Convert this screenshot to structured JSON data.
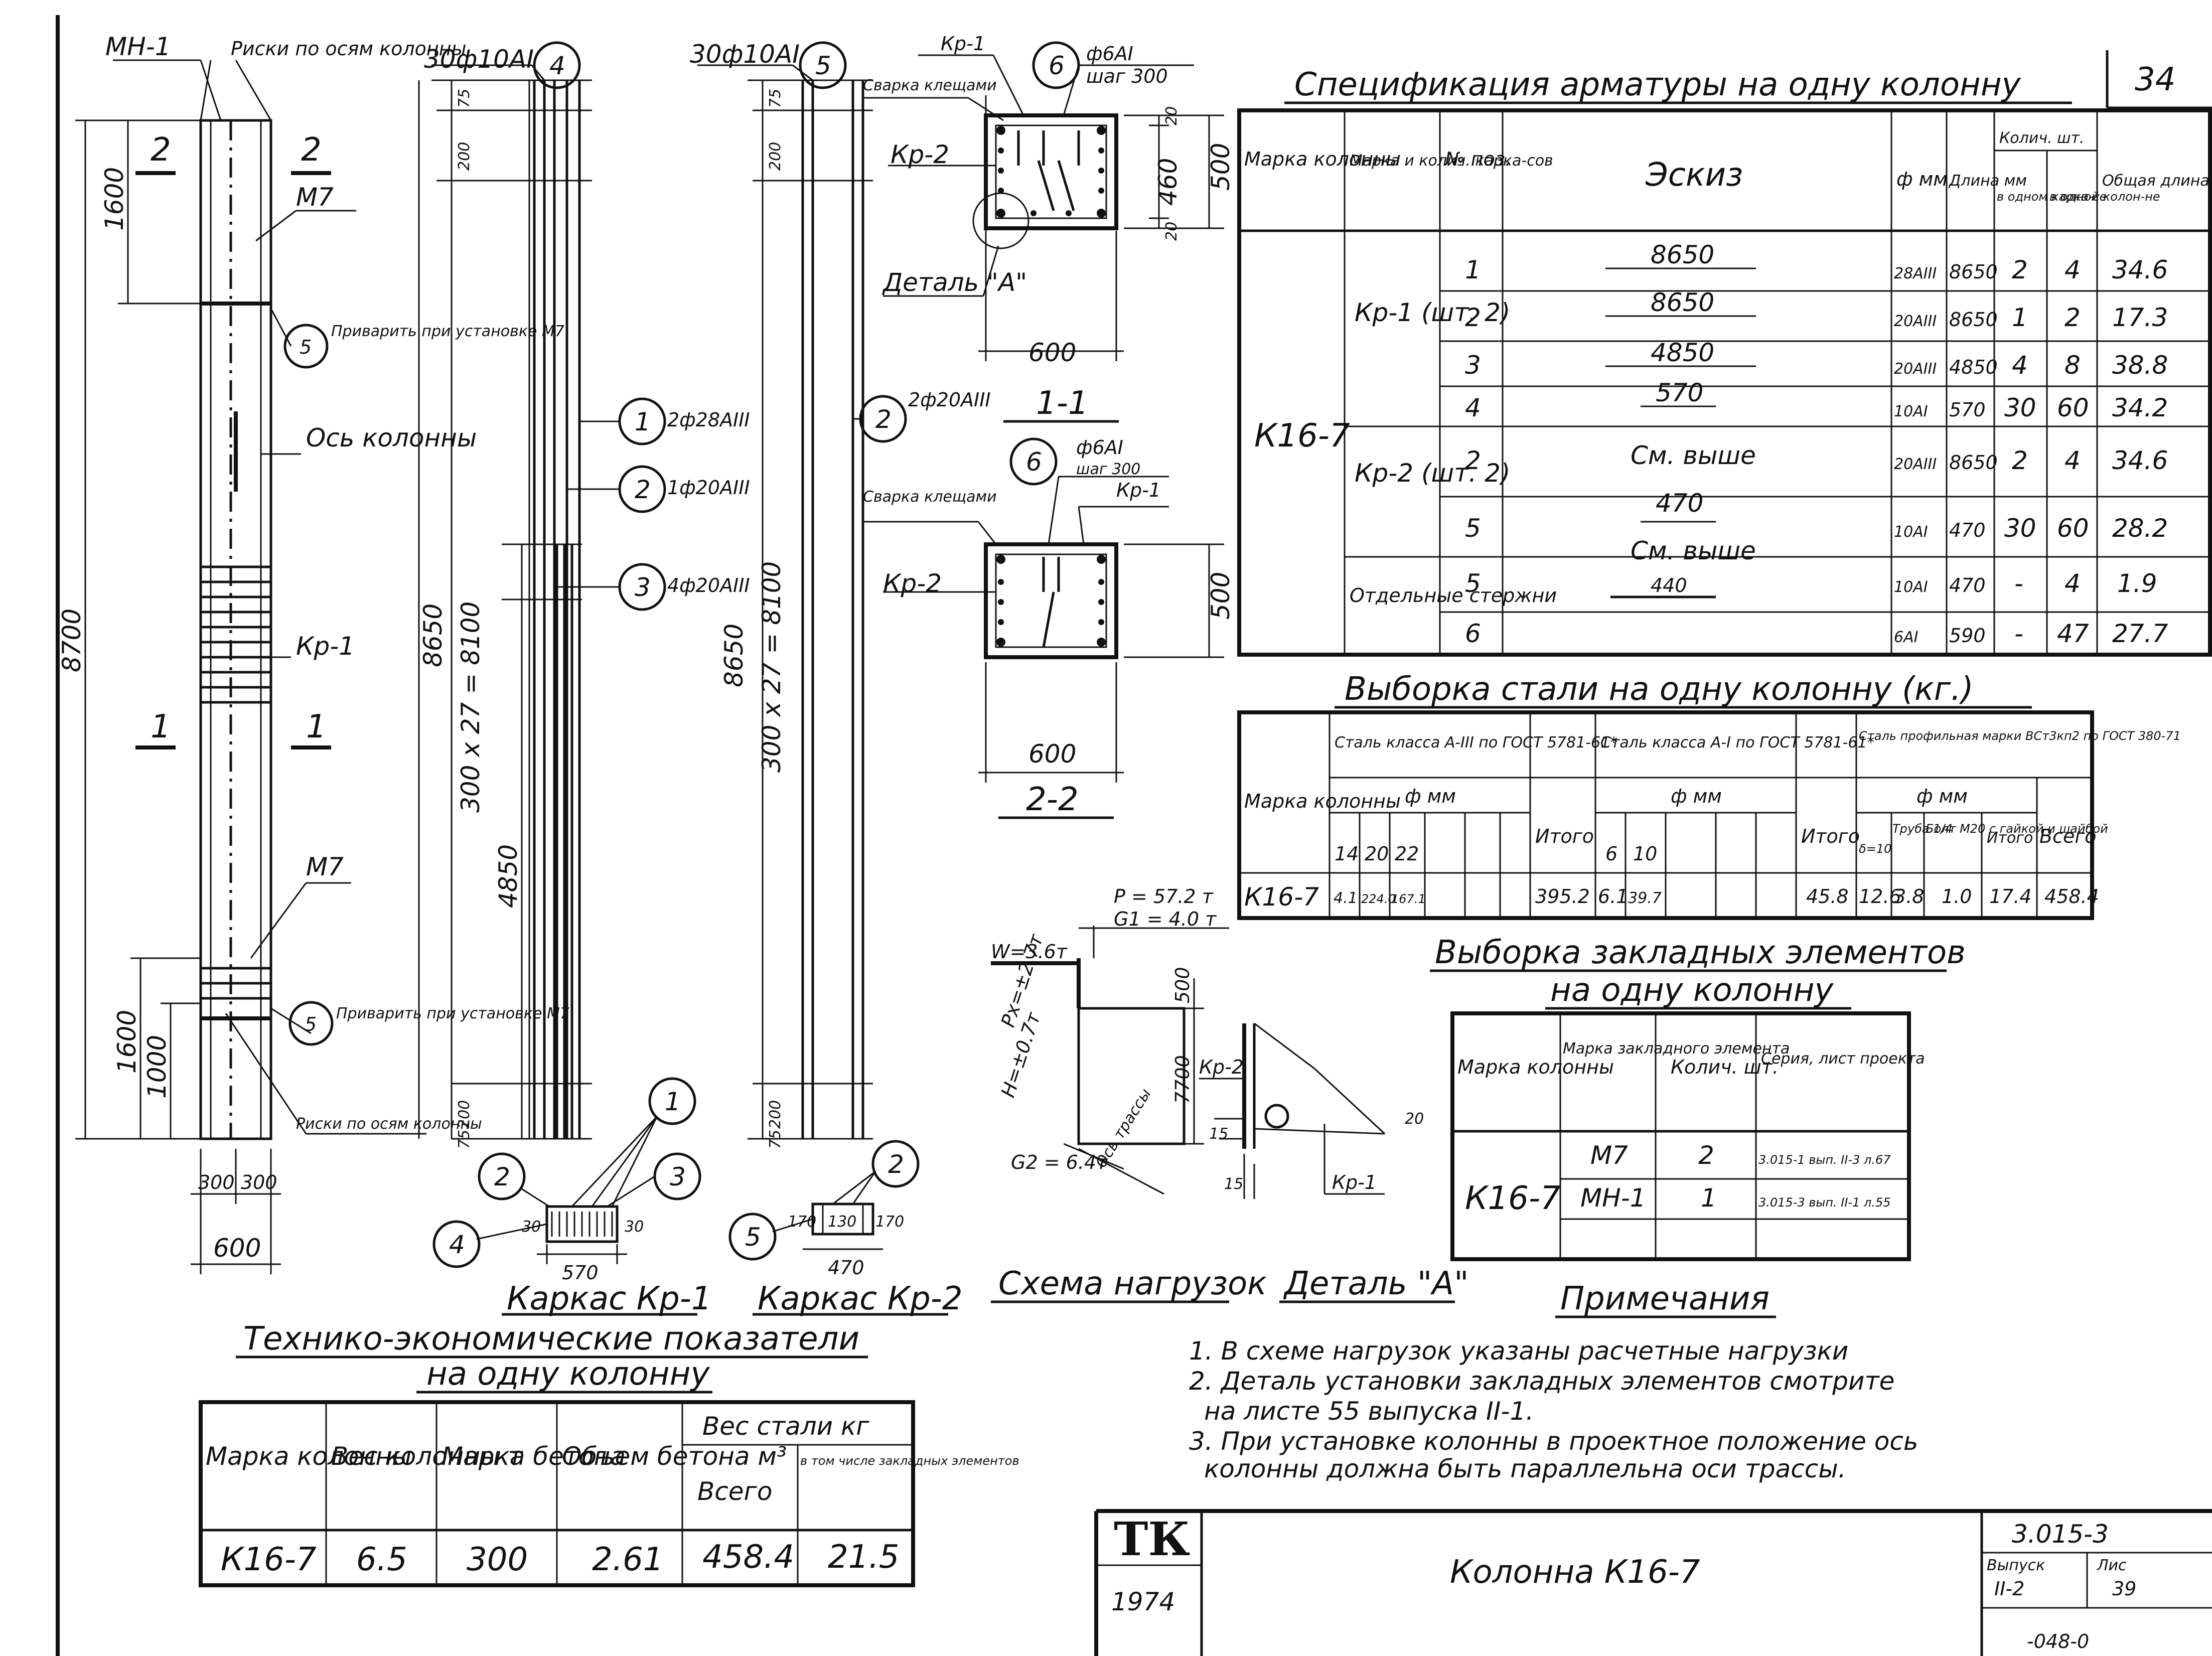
{
  "sheet": {
    "number": "34",
    "stamp_logo": "ТК",
    "year": "1974",
    "title": "Колонна К16-7",
    "series": "3.015-3",
    "issue_label": "Выпуск",
    "issue_value": "II-2",
    "sheet_label": "Лис",
    "sheet_value": "39",
    "archive": "-048-0"
  },
  "elevation": {
    "labels": {
      "mn1": "МН-1",
      "riski_top": "Риски по осям колонны",
      "section_2a": "2",
      "section_2b": "2",
      "m7_top": "М7",
      "weld_top": "Приварить при установке М7",
      "axis": "Ось колонны",
      "kp1": "Кр-1",
      "section_1a": "1",
      "section_1b": "1",
      "m7_bottom": "М7",
      "weld_bottom": "Приварить при установке М7",
      "riski_bottom": "Риски по осям колонны",
      "pos5_top": "5",
      "pos5_bottom": "5"
    },
    "dims": {
      "height": "8700",
      "top": "1600",
      "bottom": "1600",
      "bottom_inner": "1000",
      "half_a": "300",
      "half_b": "300",
      "width": "600"
    }
  },
  "cage1": {
    "top_label": "30ф10АI",
    "top_pos": "4",
    "dims": {
      "total": "8650",
      "spacing": "300 x 27 = 8100",
      "inner": "4850",
      "t75": "75",
      "t200": "200",
      "b200": "200",
      "b75": "75",
      "s30a": "30",
      "s30b": "30",
      "w570": "570"
    },
    "callouts": [
      {
        "pos": "1",
        "text": "2ф28АIII"
      },
      {
        "pos": "2",
        "text": "1ф20АIII"
      },
      {
        "pos": "3",
        "text": "4ф20АIII"
      }
    ],
    "bottom_callouts": [
      "2",
      "1",
      "3",
      "4"
    ],
    "caption": "Каркас Кр-1"
  },
  "cage2": {
    "top_label": "30ф10АI",
    "top_pos": "5",
    "dims": {
      "total": "8650",
      "spacing": "300 x 27 = 8100",
      "t75": "75",
      "t200": "200",
      "b200": "200",
      "b75": "75",
      "s170a": "170",
      "s130": "130",
      "s170b": "170",
      "w470": "470"
    },
    "callout": {
      "pos": "2",
      "text": "2ф20АIII"
    },
    "bottom_callouts": [
      "5",
      "2"
    ],
    "caption": "Каркас Кр-2"
  },
  "section11": {
    "kp1": "Кр-1",
    "pos": "6",
    "rod": "ф6АI",
    "step": "шаг 300",
    "weld": "Сварка клещами",
    "kp2": "Кр-2",
    "detail": "Деталь \"А\"",
    "d20a": "20",
    "d460": "460",
    "d20b": "20",
    "d500": "500",
    "d600": "600",
    "title": "1-1"
  },
  "section22": {
    "pos": "6",
    "rod": "ф6АI",
    "step": "шаг 300",
    "kp1": "Кр-1",
    "weld": "Сварка клещами",
    "kp2": "Кр-2",
    "d500": "500",
    "d600": "600",
    "title": "2-2"
  },
  "loads": {
    "p": "P = 57.2 т",
    "g1": "G1 = 4.0 т",
    "w": "W=3.6т",
    "h": "Н=±0.7т",
    "px": "Рх=±2.7т",
    "g2": "G2 = 6.4т",
    "axis": "Ось трассы",
    "d500": "500",
    "d7700": "7700",
    "caption": "Схема нагрузок"
  },
  "detailA": {
    "kp2": "Кр-2",
    "kp1": "Кр-1",
    "d15a": "15",
    "d15b": "15",
    "d20": "20",
    "caption": "Деталь \"А\""
  },
  "spec": {
    "title": "Спецификация арматуры на одну колонну",
    "headers": {
      "mark": "Марка колонны",
      "cages": "Марка и колич. карка-сов",
      "pos": "№ поз.",
      "sketch": "Эскиз",
      "dia": "ф мм",
      "length": "Длина мм",
      "qty": "Колич. шт.",
      "qty_cage": "в одном карка-се",
      "qty_col": "в одной колон-не",
      "total": "Общая длина м"
    },
    "column_mark": "К16-7",
    "groups": [
      {
        "name": "Кр-1 (шт. 2)",
        "rows": [
          {
            "pos": "1",
            "sketch": "8650",
            "dia": "28АIII",
            "len": "8650",
            "n1": "2",
            "n2": "4",
            "total": "34.6"
          },
          {
            "pos": "2",
            "sketch": "8650",
            "dia": "20АIII",
            "len": "8650",
            "n1": "1",
            "n2": "2",
            "total": "17.3"
          },
          {
            "pos": "3",
            "sketch": "4850",
            "dia": "20АIII",
            "len": "4850",
            "n1": "4",
            "n2": "8",
            "total": "38.8"
          },
          {
            "pos": "4",
            "sketch": "570",
            "dia": "10АI",
            "len": "570",
            "n1": "30",
            "n2": "60",
            "total": "34.2"
          }
        ]
      },
      {
        "name": "Кр-2 (шт. 2)",
        "rows": [
          {
            "pos": "2",
            "sketch": "См. выше",
            "dia": "20АIII",
            "len": "8650",
            "n1": "2",
            "n2": "4",
            "total": "34.6"
          },
          {
            "pos": "5",
            "sketch": "470",
            "dia": "10АI",
            "len": "470",
            "n1": "30",
            "n2": "60",
            "total": "28.2"
          }
        ]
      },
      {
        "name": "Отдельные стержни",
        "rows": [
          {
            "pos": "5",
            "sketch": "См. выше",
            "dia": "10АI",
            "len": "470",
            "n1": "-",
            "n2": "4",
            "total": "1.9"
          },
          {
            "pos": "6",
            "sketch": "440",
            "dia": "6АI",
            "len": "590",
            "n1": "-",
            "n2": "47",
            "total": "27.7"
          }
        ]
      }
    ]
  },
  "steel": {
    "title": "Выборка стали на одну колонну (кг.)",
    "mark": "Марка колонны",
    "g1": "Сталь класса А-III по ГОСТ 5781-61*",
    "g2": "Сталь класса А-I по ГОСТ 5781-61*",
    "g3": "Сталь профильная марки ВСт3кп2 по ГОСТ 380-71",
    "dia": "ф мм",
    "itogo": "Итого",
    "vsego": "Всего",
    "d14": "14",
    "d20": "20",
    "d22": "22",
    "d6": "6",
    "d10": "10",
    "p1": "δ=10",
    "p2": "Труба 1/4",
    "p3": "Болт М20 с гайкой и шайбой",
    "row": {
      "mark": "К16-7",
      "v14": "4.1",
      "v20": "224.0",
      "v22": "167.1",
      "it1": "395.2",
      "v6": "6.1",
      "v10": "39.7",
      "it2": "45.8",
      "p1": "12.6",
      "p2": "3.8",
      "p3": "1.0",
      "it3": "17.4",
      "all": "458.4"
    }
  },
  "embed": {
    "title": "Выборка закладных элементов",
    "subtitle": "на одну колонну",
    "h_mark": "Марка колонны",
    "h_elem": "Марка закладного элемента",
    "h_qty": "Колич. шт.",
    "h_series": "Серия, лист проекта",
    "mark": "К16-7",
    "rows": [
      {
        "elem": "М7",
        "qty": "2",
        "series": "3.015-1 вып. II-3 л.67"
      },
      {
        "elem": "МН-1",
        "qty": "1",
        "series": "3.015-3 вып. II-1 л.55"
      }
    ]
  },
  "tep": {
    "title": "Технико-экономические показатели",
    "subtitle": "на одну колонну",
    "h_mark": "Марка колонны",
    "h_weight": "Вес колонны т",
    "h_concrete": "Марка бетона",
    "h_volume": "Объем бетона м³",
    "h_steel": "Вес стали кг",
    "h_all": "Всего",
    "h_incl": "в том числе закладных элементов",
    "row": {
      "mark": "К16-7",
      "weight": "6.5",
      "concrete": "300",
      "volume": "2.61",
      "all": "458.4",
      "incl": "21.5"
    }
  },
  "notes": {
    "title": "Примечания",
    "items": [
      "1. В схеме нагрузок указаны расчетные нагрузки",
      "2. Деталь установки закладных элементов смотрите",
      "на листе 55 выпуска II-1.",
      "3. При установке колонны в проектное положение ось",
      "колонны должна быть параллельна оси трассы."
    ]
  }
}
